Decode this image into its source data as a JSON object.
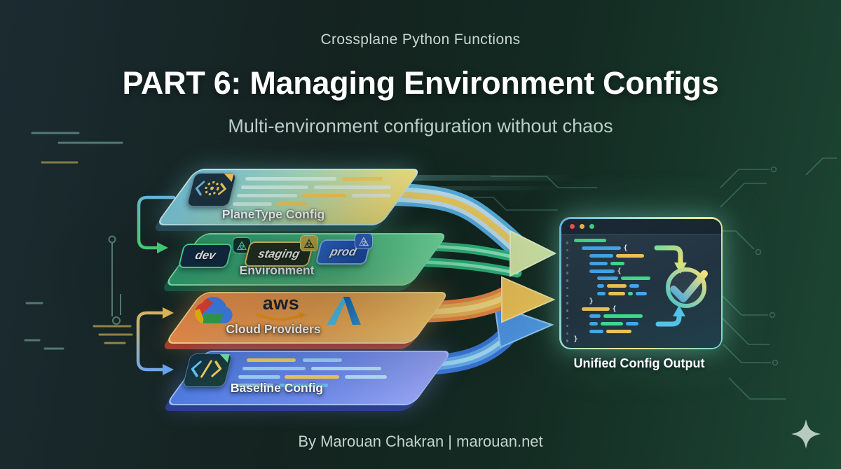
{
  "header": {
    "kicker": "Crossplane Python Functions",
    "title": "PART 6: Managing Environment Configs",
    "subtitle": "Multi-environment configuration without chaos"
  },
  "layers": {
    "planetype": {
      "label": "PlaneType Config",
      "icon": "gear-code-document"
    },
    "environment": {
      "label": "Environment",
      "badges": [
        {
          "label": "dev",
          "accent": "#56e29e"
        },
        {
          "label": "staging",
          "accent": "#e6cf6c"
        },
        {
          "label": "prod",
          "accent": "#8ec2f8"
        }
      ]
    },
    "cloud": {
      "label": "Cloud Providers",
      "providers": [
        {
          "name": "Google Cloud"
        },
        {
          "name": "AWS",
          "logo_text": "aws"
        },
        {
          "name": "Microsoft Azure"
        }
      ]
    },
    "baseline": {
      "label": "Baseline Config",
      "icon": "code-brackets-document"
    }
  },
  "output": {
    "label": "Unified Config Output",
    "code_rows": [
      {
        "i": 0,
        "s": [
          [
            "g",
            46
          ]
        ]
      },
      {
        "i": 1,
        "s": [
          [
            "b",
            56
          ]
        ],
        "b": "{"
      },
      {
        "i": 2,
        "s": [
          [
            "b",
            34
          ],
          [
            "y",
            40
          ]
        ]
      },
      {
        "i": 2,
        "s": [
          [
            "b",
            26
          ],
          [
            "g",
            20
          ]
        ]
      },
      {
        "i": 2,
        "s": [
          [
            "b",
            36
          ]
        ],
        "b": "{"
      },
      {
        "i": 3,
        "s": [
          [
            "b",
            30
          ],
          [
            "g",
            42
          ]
        ]
      },
      {
        "i": 3,
        "s": [
          [
            "b",
            10
          ],
          [
            "y",
            28
          ],
          [
            "b",
            14
          ]
        ]
      },
      {
        "i": 3,
        "s": [
          [
            "b",
            12
          ],
          [
            "y",
            24
          ],
          [
            "g",
            7
          ],
          [
            "b",
            16
          ]
        ]
      },
      {
        "i": 2,
        "s": [],
        "b": "}"
      },
      {
        "i": 1,
        "s": [
          [
            "y",
            40
          ]
        ],
        "b": "{"
      },
      {
        "i": 2,
        "s": [
          [
            "b",
            16
          ],
          [
            "g",
            56
          ]
        ]
      },
      {
        "i": 2,
        "s": [
          [
            "b",
            12
          ],
          [
            "g",
            32
          ],
          [
            "b",
            18
          ]
        ]
      },
      {
        "i": 2,
        "s": [
          [
            "b",
            20
          ],
          [
            "y",
            36
          ]
        ]
      },
      {
        "i": 0,
        "s": [],
        "b": "}"
      }
    ]
  },
  "footer": {
    "credit": "By Marouan Chakran | marouan.net"
  },
  "colors": {
    "code": {
      "g": "#3ed98c",
      "b": "#42a7ea",
      "y": "#ecc255"
    },
    "accent_teal": "#7adbd0",
    "accent_green": "#4ade80",
    "accent_yellow": "#f2cd5f",
    "accent_orange": "#f5a54e",
    "accent_blue": "#4f97e6"
  }
}
